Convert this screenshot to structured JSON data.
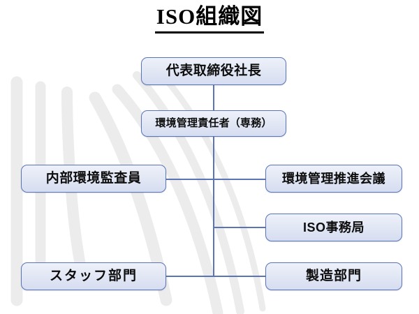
{
  "document": {
    "title": "ISO組織図",
    "type": "organization-chart",
    "language": "ja"
  },
  "theme": {
    "page_background": "#ffffff",
    "box_border": "#5b74b5",
    "box_fill_top": "#eef1f9",
    "box_fill_bottom": "#d6ddf0",
    "connector_line": "#5b74b5",
    "text_color": "#0d0d0d",
    "watermark_color": "#ececed"
  },
  "nodes": [
    {
      "id": "president",
      "label": "代表取締役社長",
      "level": 0,
      "column": "center"
    },
    {
      "id": "env-manager",
      "label": "環境管理責任者（専務）",
      "level": 1,
      "column": "center"
    },
    {
      "id": "internal-audit",
      "label": "内部環境監査員",
      "level": 2,
      "column": "left"
    },
    {
      "id": "env-meeting",
      "label": "環境管理推進会議",
      "level": 2,
      "column": "right"
    },
    {
      "id": "iso-office",
      "label": "ISO事務局",
      "level": 3,
      "column": "right"
    },
    {
      "id": "staff-dept",
      "label": "スタッフ部門",
      "level": 4,
      "column": "left"
    },
    {
      "id": "mfg-dept",
      "label": "製造部門",
      "level": 4,
      "column": "right"
    }
  ],
  "connections": [
    {
      "from": "president",
      "to": "env-manager",
      "style": "vertical"
    },
    {
      "from": "env-manager",
      "to": "internal-audit",
      "style": "elbow-left"
    },
    {
      "from": "env-manager",
      "to": "env-meeting",
      "style": "elbow-right"
    },
    {
      "from": "env-manager",
      "to": "iso-office",
      "style": "elbow-right"
    },
    {
      "from": "env-manager",
      "to": "staff-dept",
      "style": "elbow-left"
    },
    {
      "from": "env-manager",
      "to": "mfg-dept",
      "style": "elbow-right"
    }
  ]
}
